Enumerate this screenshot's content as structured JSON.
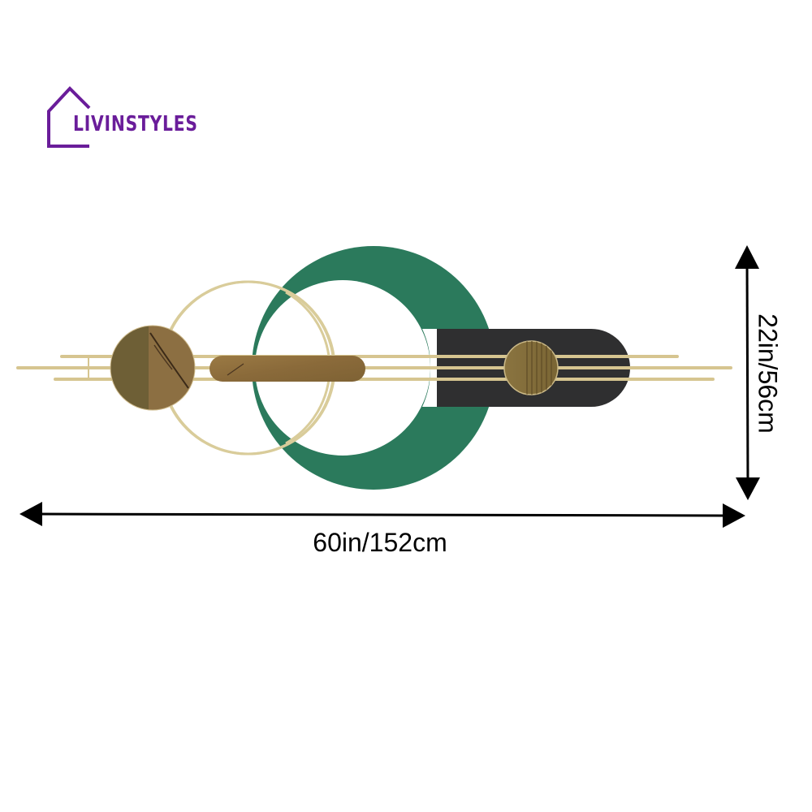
{
  "brand": {
    "name": "LIVINSTYLES",
    "color": "#6a1d9a",
    "icon": "house-outline-icon"
  },
  "product": {
    "description": "Geometric metal wall art with green ring, black pill panel, gold rings, gold rods and marble-textured discs",
    "colors": {
      "green": "#2b7a5c",
      "black": "#2f2f30",
      "gold_rod": "#d6c590",
      "bronze": "#8a6d3e",
      "olive": "#6e5f36"
    }
  },
  "dimensions": {
    "width_label": "60in/152cm",
    "height_label": "22in/56cm"
  }
}
